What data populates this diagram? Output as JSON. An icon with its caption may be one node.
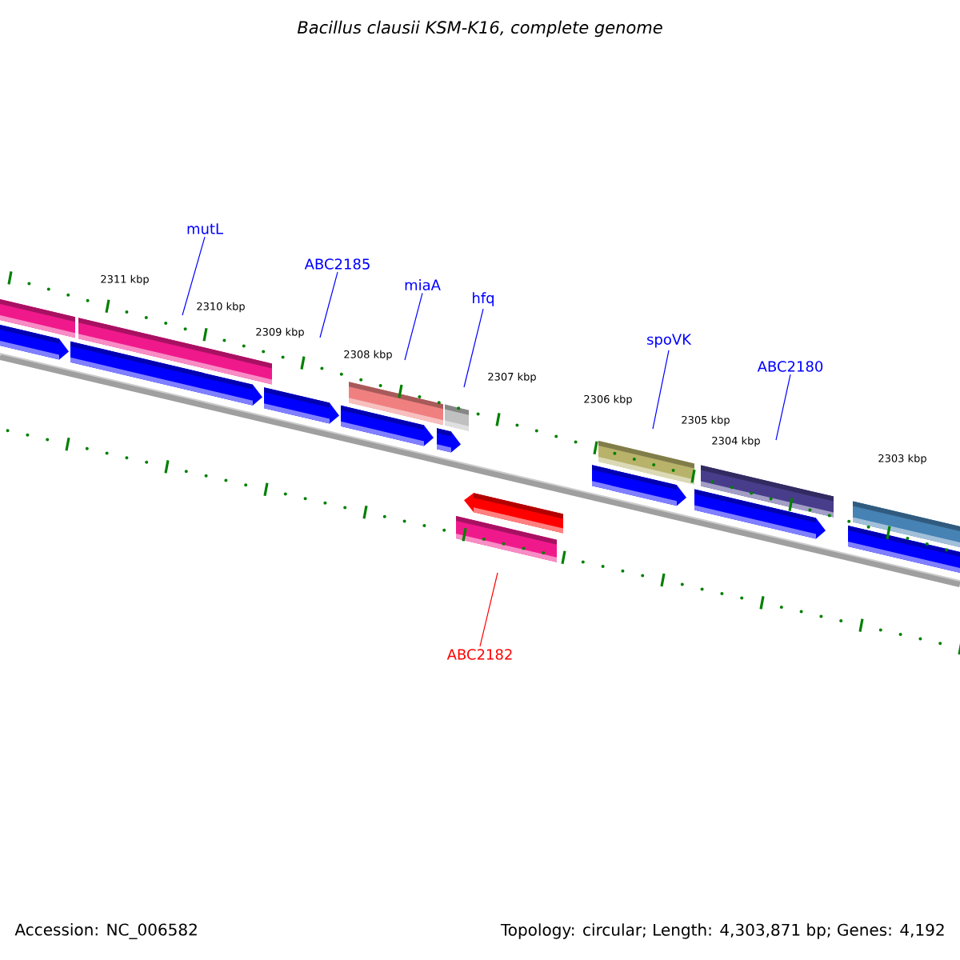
{
  "diagram": {
    "title": "Bacillus clausii KSM-K16, complete genome",
    "nodes": [
      {
        "text": [
          "mutL"
        ]
      },
      {
        "text": [
          "ABC2185"
        ]
      },
      {
        "text": [
          "miaA"
        ]
      },
      {
        "text": [
          "hfq"
        ]
      },
      {
        "text": [
          "spoVK"
        ]
      },
      {
        "text": [
          "ABC2180"
        ]
      },
      {
        "text": [
          "ABC2182"
        ]
      }
    ],
    "edges": [
      {
        "from": 0,
        "to": null,
        "arrow": "none"
      },
      {
        "from": 1,
        "to": null,
        "arrow": "none"
      },
      {
        "from": 2,
        "to": null,
        "arrow": "none"
      },
      {
        "from": 3,
        "to": null,
        "arrow": "none"
      },
      {
        "from": 4,
        "to": null,
        "arrow": "none"
      },
      {
        "from": 5,
        "to": null,
        "arrow": "none"
      },
      {
        "from": 6,
        "to": null,
        "arrow": "none",
        "color": "#ff0000"
      }
    ],
    "labels": [
      "2311 kbp",
      "2310 kbp",
      "2309 kbp",
      "2308 kbp",
      "2307 kbp",
      "2306 kbp",
      "2305 kbp",
      "2304 kbp",
      "2303 kbp",
      "Accession: NC_006582",
      "Topology: circular; Length: 4,303,871 bp; Genes: 4,192"
    ]
  }
}
